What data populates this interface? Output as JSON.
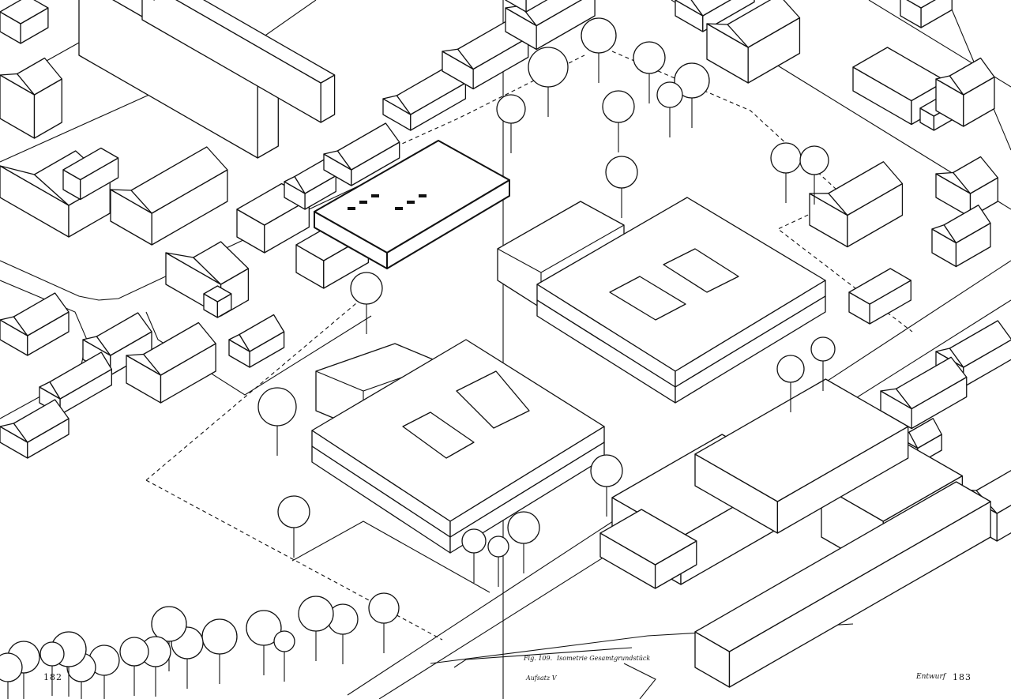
{
  "figure": {
    "number": "Fig. 109.",
    "title": "Isometrie Gesamtgrundstück"
  },
  "left_page": {
    "number": "182",
    "running_head": "Aufsatz V"
  },
  "right_page": {
    "number": "183",
    "running_head": "Entwurf"
  }
}
